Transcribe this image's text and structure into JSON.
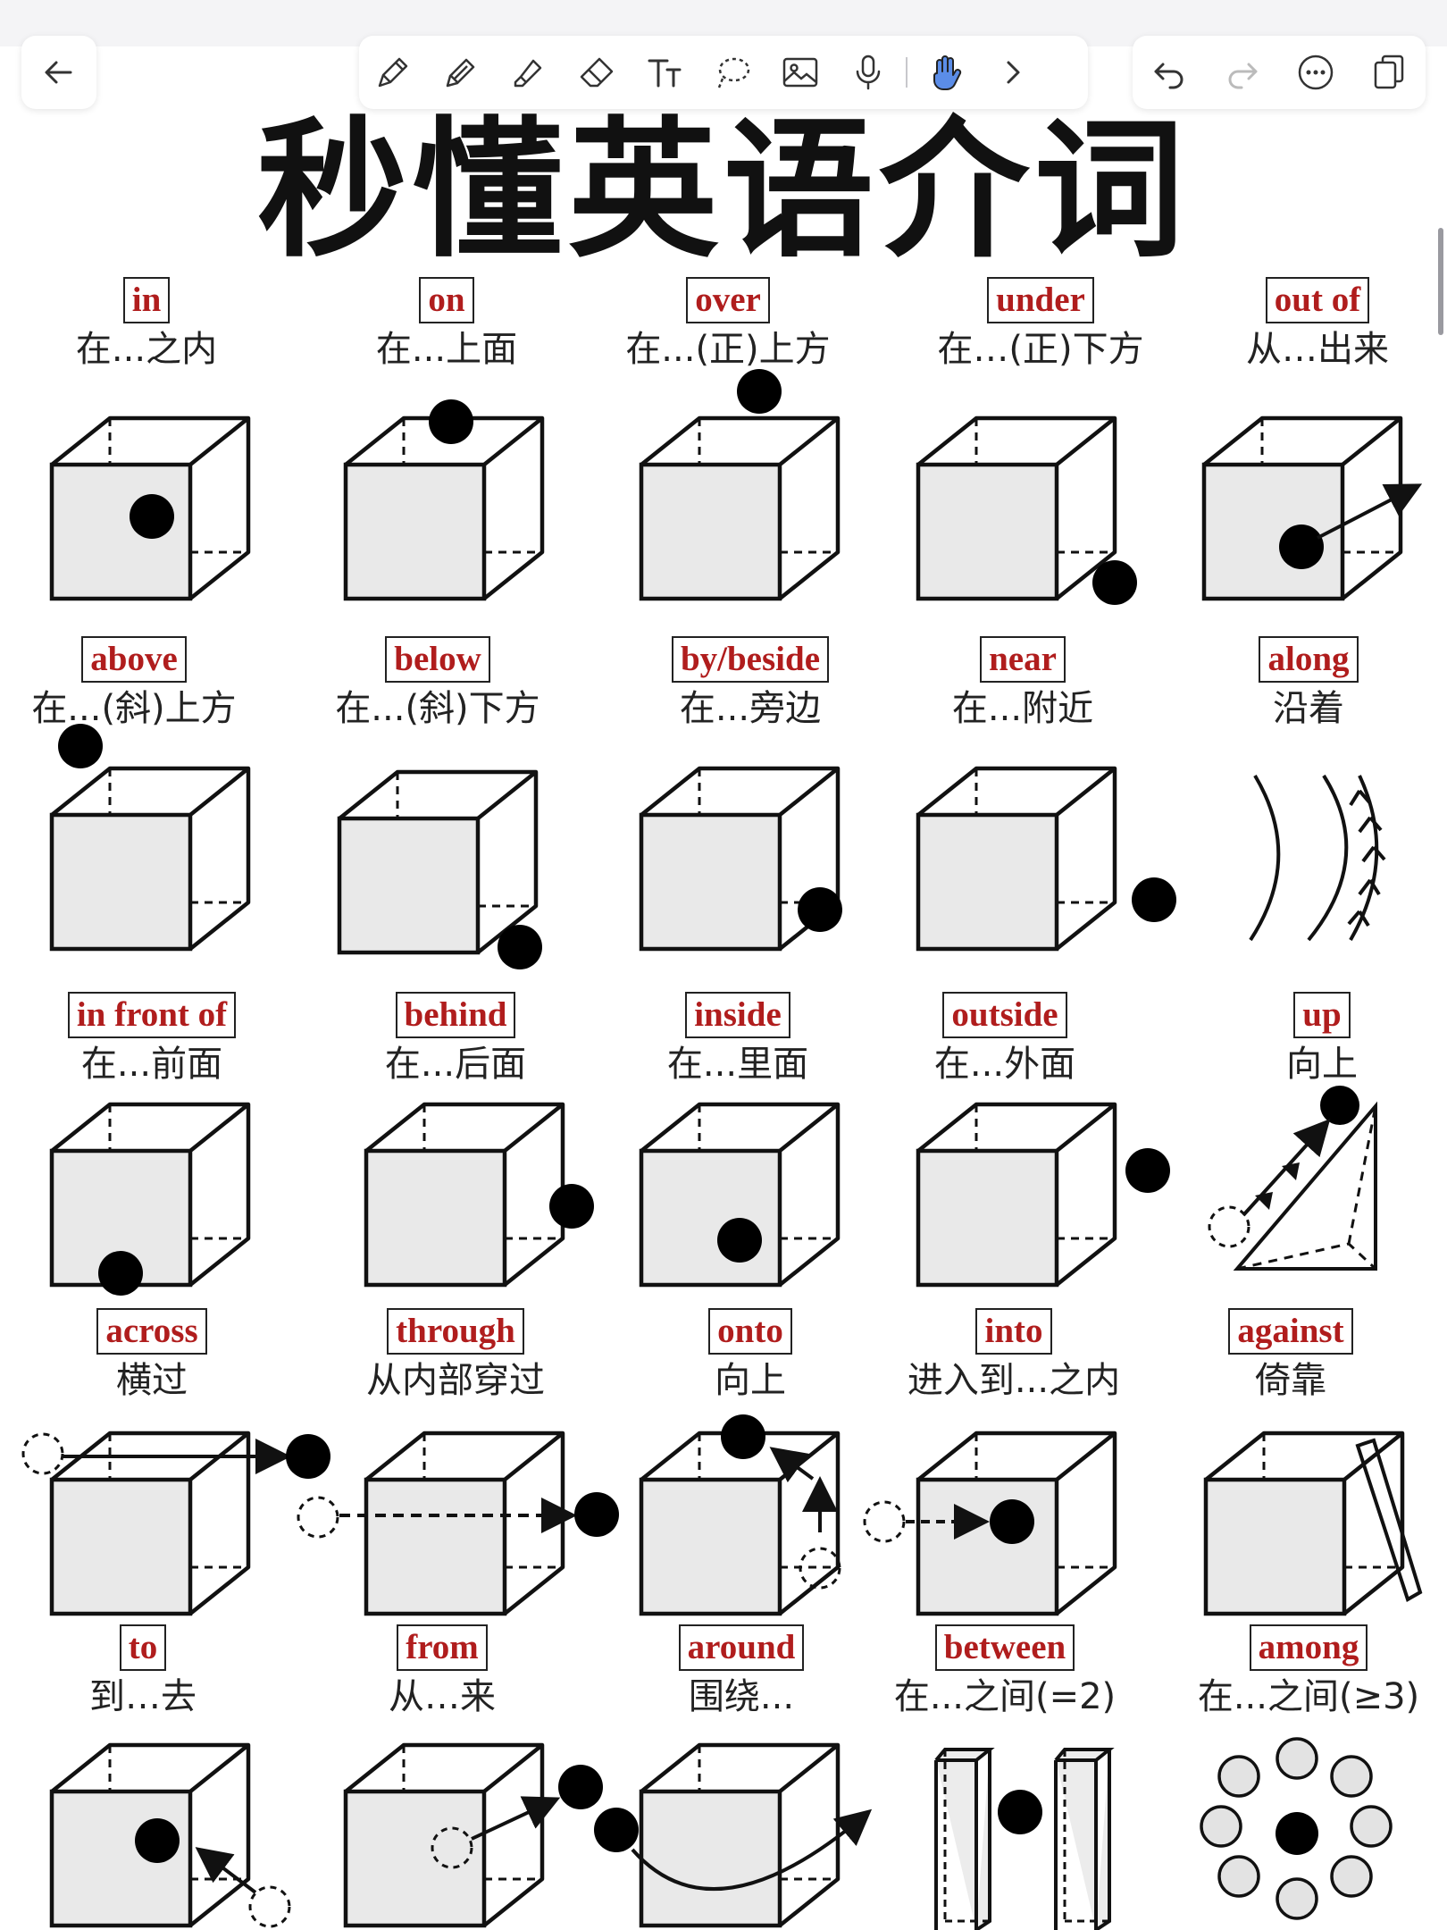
{
  "toolbar": {
    "back": "back-arrow-icon",
    "tools": [
      "pen-icon",
      "pencil-icon",
      "highlighter-icon",
      "eraser-icon",
      "text-icon",
      "lasso-icon",
      "image-icon",
      "microphone-icon",
      "hand-icon",
      "chevron-right-icon"
    ],
    "actions": [
      "undo-icon",
      "redo-icon",
      "more-icon",
      "pages-icon"
    ]
  },
  "title": "秒懂英语介词",
  "prepositions": [
    {
      "en": "in",
      "zh": "在...之内"
    },
    {
      "en": "on",
      "zh": "在...上面"
    },
    {
      "en": "over",
      "zh": "在...(正)上方"
    },
    {
      "en": "under",
      "zh": "在…(正)下方"
    },
    {
      "en": "out of",
      "zh": "从…出来"
    },
    {
      "en": "above",
      "zh": "在...(斜)上方"
    },
    {
      "en": "below",
      "zh": "在...(斜)下方"
    },
    {
      "en": "by/beside",
      "zh": "在...旁边"
    },
    {
      "en": "near",
      "zh": "在...附近"
    },
    {
      "en": "along",
      "zh": "沿着"
    },
    {
      "en": "in front of",
      "zh": "在...前面"
    },
    {
      "en": "behind",
      "zh": "在...后面"
    },
    {
      "en": "inside",
      "zh": "在...里面"
    },
    {
      "en": "outside",
      "zh": "在...外面"
    },
    {
      "en": "up",
      "zh": "向上"
    },
    {
      "en": "across",
      "zh": "横过"
    },
    {
      "en": "through",
      "zh": "从内部穿过"
    },
    {
      "en": "onto",
      "zh": "向上"
    },
    {
      "en": "into",
      "zh": "进入到...之内"
    },
    {
      "en": "against",
      "zh": "倚靠"
    },
    {
      "en": "to",
      "zh": "到…去"
    },
    {
      "en": "from",
      "zh": "从…来"
    },
    {
      "en": "around",
      "zh": "围绕..."
    },
    {
      "en": "between",
      "zh": "在...之间(=2)"
    },
    {
      "en": "among",
      "zh": "在...之间(≥3)"
    }
  ]
}
